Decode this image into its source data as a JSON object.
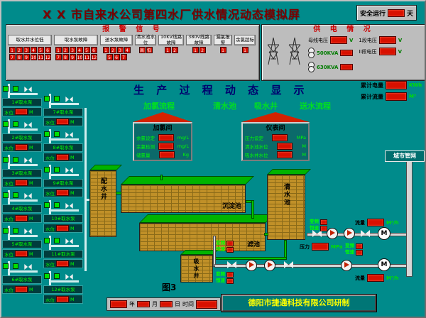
{
  "header": {
    "title": "X X 市自来水公司第四水厂供水情况动态模拟屏",
    "safety": {
      "label": "安全运行",
      "value": "",
      "unit": "天"
    }
  },
  "alarm_panel": {
    "title": "报 警 信 号",
    "groups": [
      {
        "label": "取水井水位低",
        "cells": [
          "1",
          "2",
          "3",
          "4",
          "5",
          "6",
          "7",
          "8",
          "9",
          "10",
          "11",
          "12"
        ]
      },
      {
        "label": "取水泵故障",
        "cells": [
          "1",
          "2",
          "3",
          "4",
          "5",
          "6",
          "7",
          "8",
          "9",
          "10",
          "11",
          "12"
        ]
      },
      {
        "label": "送水泵故障",
        "cells": [
          "1",
          "2",
          "3",
          "4",
          "5",
          "6",
          "7"
        ]
      },
      {
        "label": "清水池水位",
        "cells": [
          "高",
          "低"
        ]
      },
      {
        "label": "10KV线路故障",
        "cells": [
          "1",
          "2"
        ]
      },
      {
        "label": "380V线路故障",
        "cells": [
          "1",
          "2"
        ]
      },
      {
        "label": "漏氯报警",
        "cells": [
          "1"
        ]
      },
      {
        "label": "余氯超标",
        "cells": [
          "1"
        ]
      }
    ]
  },
  "power_panel": {
    "title": "供 电 情 况",
    "bus": {
      "label": "母线电压",
      "value": "",
      "unit": "V"
    },
    "transformer1": {
      "name": "500KVA",
      "value": ""
    },
    "transformer2": {
      "name": "630KVA",
      "value": ""
    },
    "section1": {
      "label": "1段电压",
      "value": "",
      "unit": "V"
    },
    "section2": {
      "label": "II段电压",
      "value": "",
      "unit": "V"
    }
  },
  "totals": {
    "energy": {
      "label": "累计电量",
      "value": "",
      "unit": "KWh"
    },
    "flow": {
      "label": "累计流量",
      "value": "",
      "unit": "M³"
    }
  },
  "process": {
    "title": "生 产 过 程 动 态 显 示",
    "labels": {
      "chlorine": "加氯流程",
      "clear_pool": "清水池",
      "suction_well": "吸水井",
      "delivery": "送水流程"
    }
  },
  "chlorine_room": {
    "title": "加氯间",
    "rows": [
      {
        "label": "余氯设定",
        "value": "",
        "unit": "mg/L"
      },
      {
        "label": "余氯检测",
        "value": "",
        "unit": "mg/L"
      },
      {
        "label": "储氯量",
        "value": "",
        "unit": "Kg"
      }
    ]
  },
  "meter_room": {
    "title": "仪表间",
    "rows": [
      {
        "label": "压力设定",
        "value": "",
        "unit": "MPa"
      },
      {
        "label": "清水池水位",
        "value": "",
        "unit": "M"
      },
      {
        "label": "吸水井水位",
        "value": "",
        "unit": "M"
      }
    ]
  },
  "intake_left": [
    {
      "name": "1#取水泵",
      "level_label": "水位",
      "value": "",
      "unit": "M"
    },
    {
      "name": "2#取水泵",
      "level_label": "水位",
      "value": "",
      "unit": "M"
    },
    {
      "name": "3#取水泵",
      "level_label": "水位",
      "value": "",
      "unit": "M"
    },
    {
      "name": "4#取水泵",
      "level_label": "水位",
      "value": "",
      "unit": "M"
    },
    {
      "name": "5#取水泵",
      "level_label": "水位",
      "value": "",
      "unit": "M"
    },
    {
      "name": "6#取水泵",
      "level_label": "水位",
      "value": "",
      "unit": "M"
    }
  ],
  "intake_right": [
    {
      "name": "7#取水泵",
      "level_label": "水位",
      "value": "",
      "unit": "M"
    },
    {
      "name": "8#取水泵",
      "level_label": "水位",
      "value": "",
      "unit": "M"
    },
    {
      "name": "9#取水泵",
      "level_label": "水位",
      "value": "",
      "unit": "M"
    },
    {
      "name": "10#取水泵",
      "level_label": "水位",
      "value": "",
      "unit": "M"
    },
    {
      "name": "11#取水泵",
      "level_label": "水位",
      "value": "",
      "unit": "M"
    },
    {
      "name": "12#取水泵",
      "level_label": "水位",
      "value": "",
      "unit": "M"
    }
  ],
  "tanks": {
    "distribution": "配水井",
    "sedimentation": "沉淀池",
    "filter": "滤池",
    "clear": "清水池",
    "suction": "吸水井"
  },
  "pump_modes": {
    "vfd": "变频",
    "fixed": "恒速"
  },
  "network": {
    "city_label": "城市管网",
    "meter_symbol": "M",
    "pressure": {
      "label": "压力",
      "value": "",
      "unit": "MPa"
    },
    "flow1": {
      "label": "流量",
      "value": "",
      "unit": "M³/h"
    },
    "flow2": {
      "label": "流量",
      "value": "",
      "unit": "M³/h"
    }
  },
  "footer": {
    "figure_label": "图3",
    "year_label": "年",
    "month_label": "月",
    "day_label": "日",
    "time_label": "时间",
    "credit": "德阳市捷通科技有限公司研制"
  }
}
